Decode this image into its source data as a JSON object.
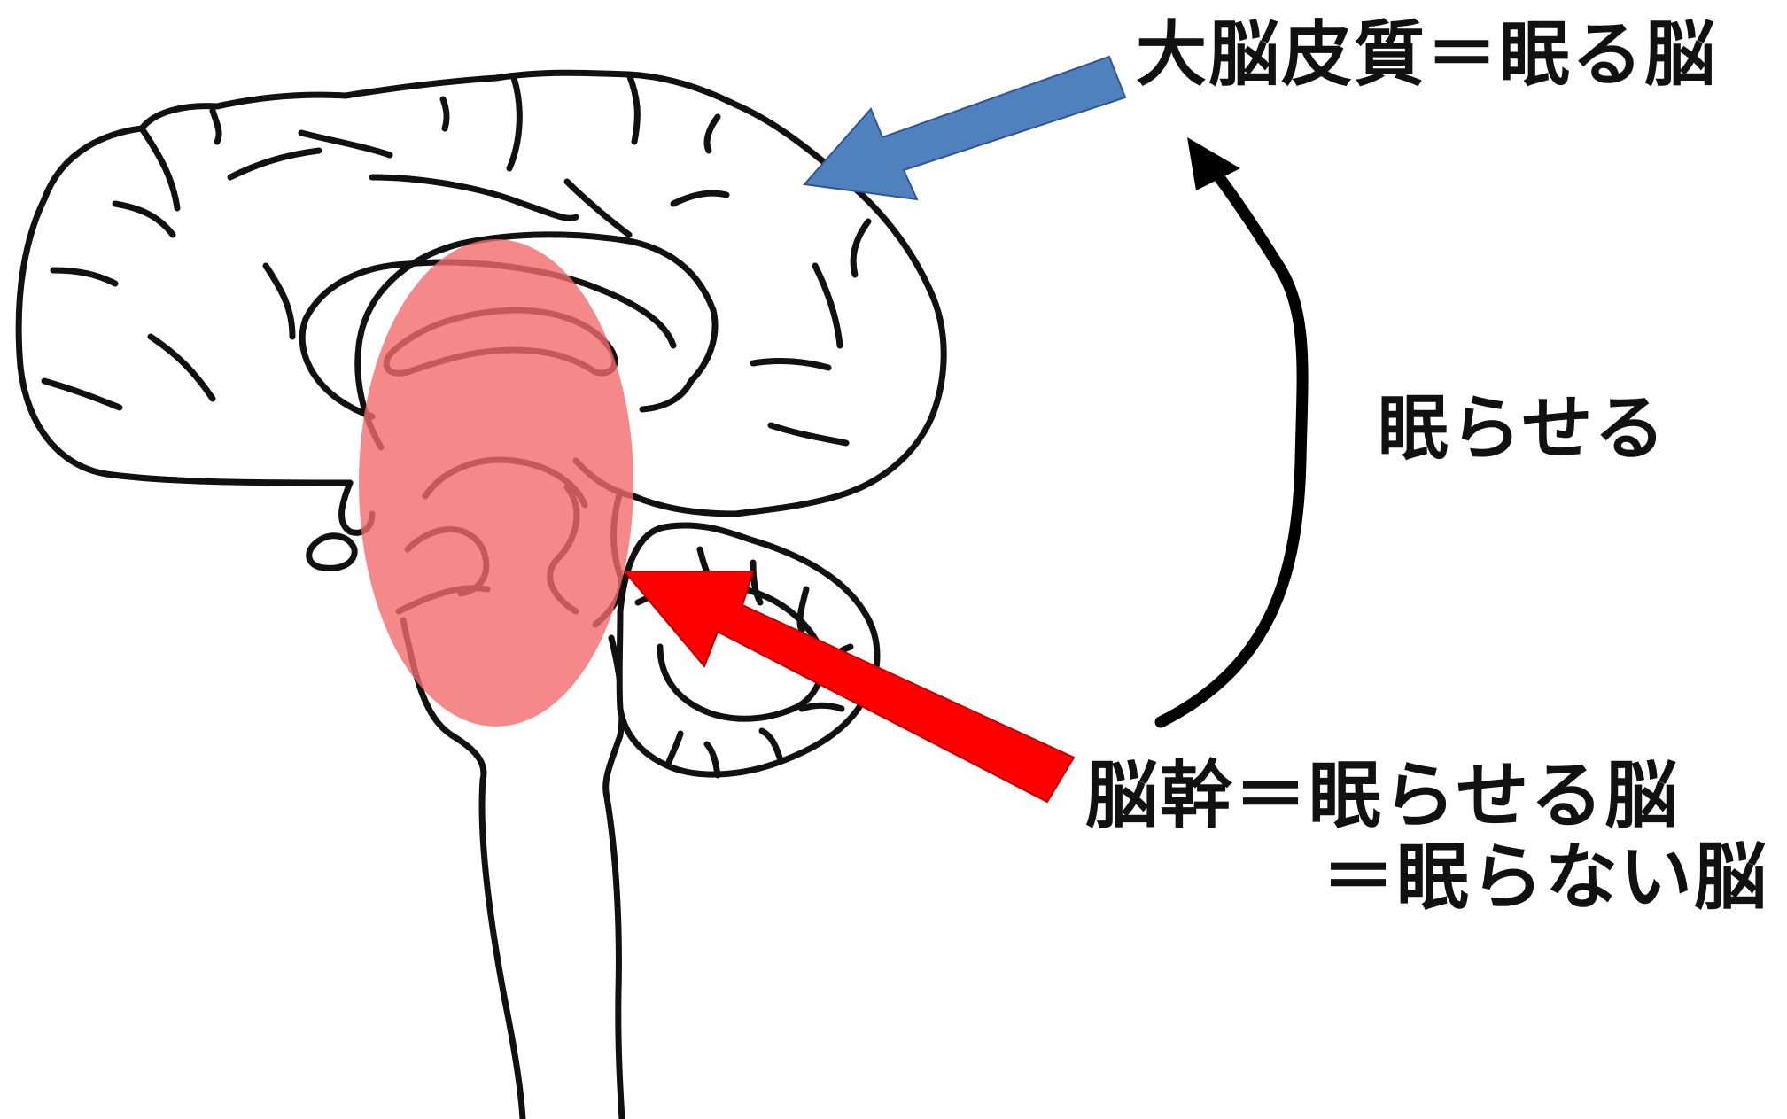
{
  "labels": {
    "cortex": "大脳皮質＝眠る脳",
    "action": "眠らせる",
    "brainstem_line1": "脳幹＝眠らせる脳",
    "brainstem_line2": "＝眠らない脳"
  },
  "colors": {
    "cortex_arrow": "#4f81bd",
    "brainstem_arrow": "#ff0000",
    "highlight": "#f26b6b",
    "outline": "#111111",
    "action_arrow": "#000000"
  },
  "icons": {
    "brain": "brain-midsagittal-illustration"
  }
}
